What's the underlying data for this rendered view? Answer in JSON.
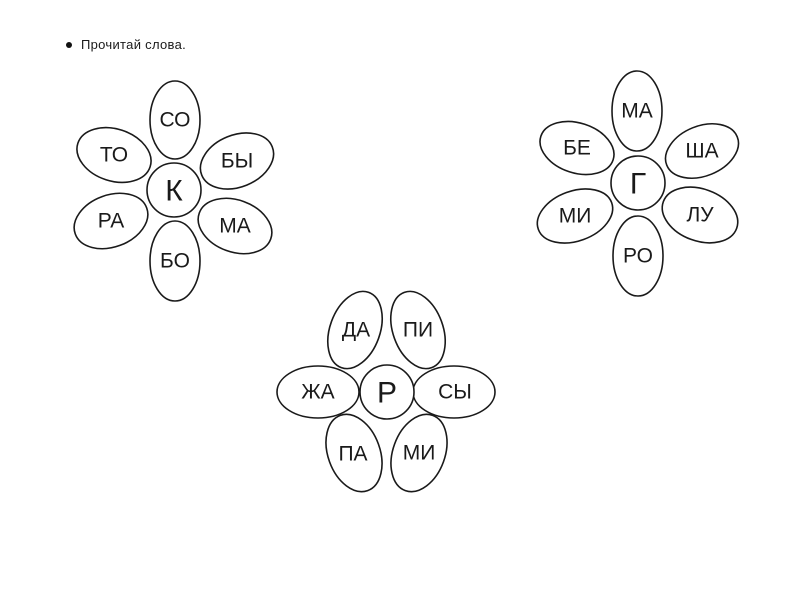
{
  "instruction": {
    "text": "Прочитай  слова."
  },
  "flowers": [
    {
      "center": "К",
      "petals": [
        "СО",
        "БЫ",
        "МА",
        "БО",
        "РА",
        "ТО"
      ]
    },
    {
      "center": "Г",
      "petals": [
        "МА",
        "ША",
        "ЛУ",
        "РО",
        "МИ",
        "БЕ"
      ]
    },
    {
      "center": "Р",
      "petals": [
        "ДА",
        "ПИ",
        "СЫ",
        "МИ",
        "ПА",
        "ЖА"
      ]
    }
  ]
}
